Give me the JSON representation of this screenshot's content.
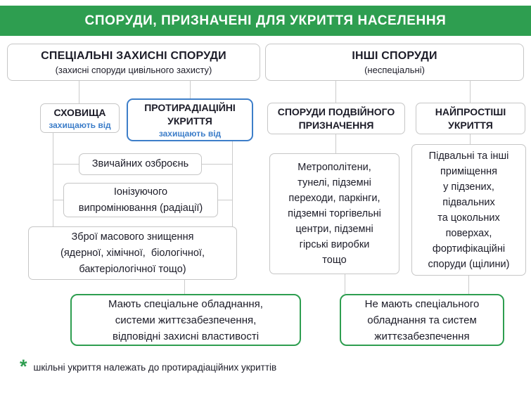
{
  "page": {
    "title": "СПОРУДИ, ПРИЗНАЧЕНІ ДЛЯ УКРИТТЯ НАСЕЛЕННЯ"
  },
  "columns": {
    "left": {
      "title": "СПЕЦІАЛЬНІ ЗАХИСНІ СПОРУДИ",
      "subtitle": "(захисні споруди цивільного захисту)"
    },
    "right": {
      "title": "ІНШІ СПОРУДИ",
      "subtitle": "(неспеціальні)"
    }
  },
  "left": {
    "shelters": {
      "title": "СХОВИЩА",
      "note": "захищають від"
    },
    "radiation_shelters": {
      "title": "ПРОТИРАДІАЦІЙНІ УКРИТТЯ",
      "note": "захищають від"
    },
    "threats": [
      "Звичайних озброєнь",
      "Іонізуючого\nвипромінювання (радіації)",
      "Зброї масового знищення\n(ядерної, хімічної,  біологічної,\nбактеріологічної тощо)"
    ],
    "summary": "Мають спеціальне обладнання,\nсистеми життєзабезпечення,\nвідповідні захисні властивості"
  },
  "right": {
    "dual_purpose": {
      "title": "СПОРУДИ ПОДВІЙНОГО ПРИЗНАЧЕННЯ",
      "examples": "Метрополітени,\nтунелі, підземні\nпереходи, паркінги,\nпідземні торгівельні\nцентри, підземні\nгірські виробки\nтощо"
    },
    "simple": {
      "title": "НАЙПРОСТІШІ УКРИТТЯ",
      "examples": "Підвальні та інші\nприміщення\nу підзених,\nпідвальних\nта цокольних\nповерхах,\nфортифікаційні\nспоруди (щілини)"
    },
    "summary": "Не мають спеціального\nобладнання та систем\nжиттєзабезпечення"
  },
  "footnote": {
    "marker": "*",
    "text": "шкільні укриття належать до протирадіаційних укриттів"
  },
  "colors": {
    "header_green": "#2e9e50",
    "accent_green": "#2e9e50",
    "accent_blue": "#3d7ec9",
    "border_gray": "#c6c6c6"
  }
}
